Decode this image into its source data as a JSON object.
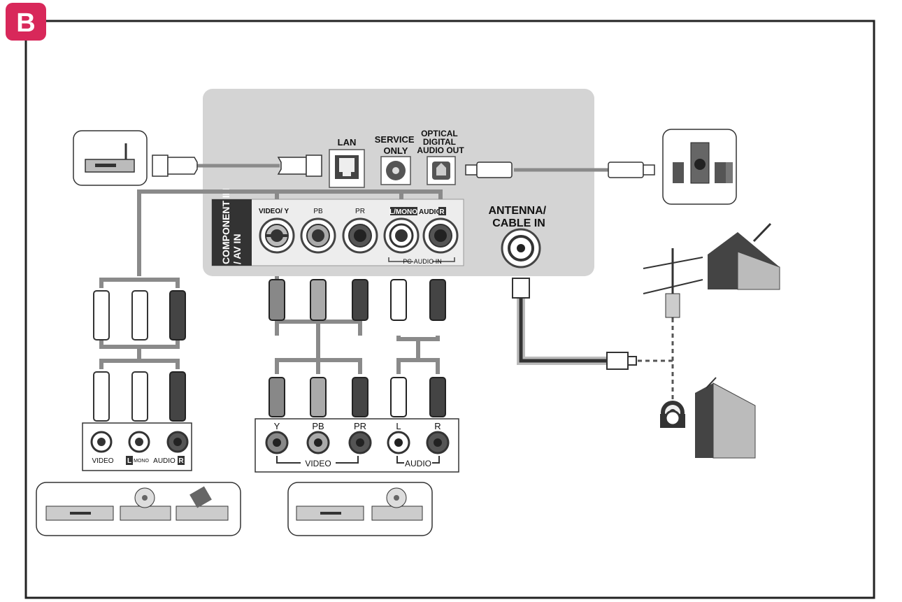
{
  "badge": "B",
  "panel": {
    "lan": "LAN",
    "service_line1": "SERVICE",
    "service_line2": "ONLY",
    "optical_line1": "OPTICAL",
    "optical_line2": "DIGITAL",
    "optical_line3": "AUDIO OUT",
    "component_line1": "COMPONENT IN",
    "component_line2": "/ AV IN",
    "video_y": "VIDEO/ Y",
    "pb": "PB",
    "pr": "PR",
    "l_mono": "L/MONO",
    "audio": "AUDIO",
    "r": "R",
    "pc_audio_in": "PC-AUDIO IN",
    "antenna_line1": "ANTENNA/",
    "antenna_line2": "CABLE IN"
  },
  "av_device": {
    "video": "VIDEO",
    "l": "L",
    "mono": "MONO",
    "audio": "AUDIO",
    "r": "R"
  },
  "component_device": {
    "y": "Y",
    "pb": "PB",
    "pr": "PR",
    "l": "L",
    "r": "R",
    "video": "VIDEO",
    "audio": "AUDIO"
  },
  "colors": {
    "badge": "#d8285a",
    "panel": "#d4d4d4",
    "cable": "#8a8a8a",
    "dark": "#333333"
  }
}
